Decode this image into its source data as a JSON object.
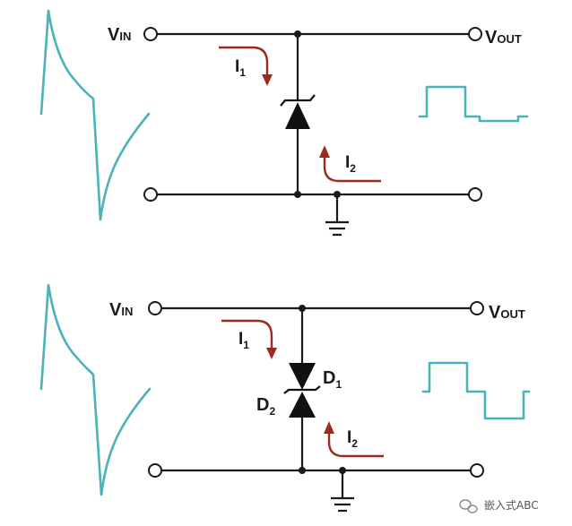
{
  "top_circuit": {
    "vin_main": "V",
    "vin_sub": "IN",
    "vout_main": "V",
    "vout_sub": "OUT",
    "i1_main": "I",
    "i1_sub": "1",
    "i2_main": "I",
    "i2_sub": "2"
  },
  "bottom_circuit": {
    "vin_main": "V",
    "vin_sub": "IN",
    "vout_main": "V",
    "vout_sub": "OUT",
    "i1_main": "I",
    "i1_sub": "1",
    "i2_main": "I",
    "i2_sub": "2",
    "d1_main": "D",
    "d1_sub": "1",
    "d2_main": "D",
    "d2_sub": "2"
  },
  "watermark": {
    "text": "嵌入式ABC",
    "icon": "wechat-icon"
  },
  "colors": {
    "waveform": "#4ab3b7",
    "current_arrow": "#9b2a22",
    "wire": "#1a1a1a"
  }
}
